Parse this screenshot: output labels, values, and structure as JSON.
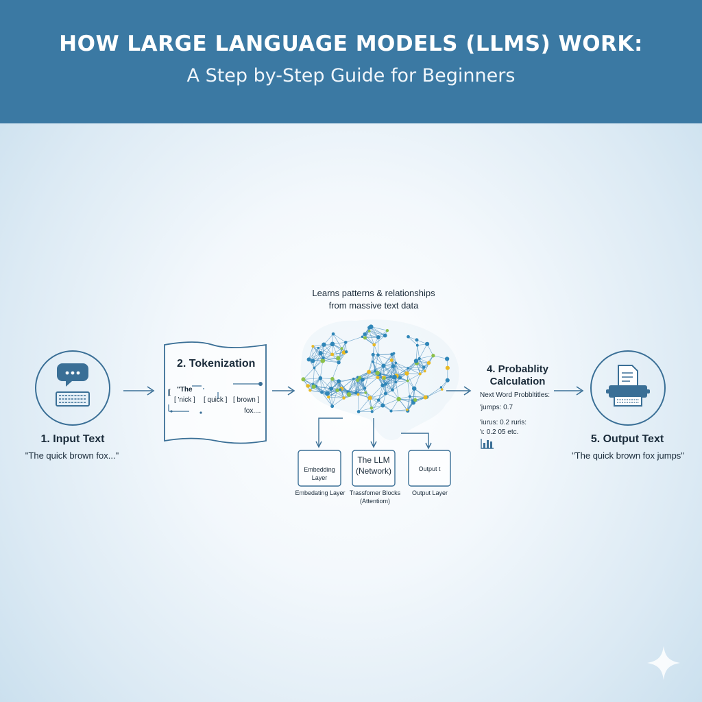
{
  "header": {
    "title": "HOW LARGE LANGUAGE MODELS (LLMS) WORK:",
    "subtitle": "A Step by-Step Guide for Beginners"
  },
  "steps": {
    "input": {
      "title": "1. Input Text",
      "example": "\"The quick brown fox...\""
    },
    "tokenization": {
      "title": "2. Tokenization",
      "tokens": [
        "\"The",
        "[",
        "[ 'nick ]",
        "[ quick ]",
        "[ brown ]",
        "fox...."
      ]
    },
    "network": {
      "caption_line1": "Learns patterns & relationships",
      "caption_line2": "from massive text data",
      "boxes": [
        {
          "text_line1": "Embedding",
          "text_line2": "Layer",
          "caption_line1": "Embedating Layer",
          "caption_line2": ""
        },
        {
          "text_line1": "The LLM",
          "text_line2": "(Network)",
          "caption_line1": "Trassfomer Blocks",
          "caption_line2": "(Attentiom)"
        },
        {
          "text_line1": "Output t",
          "text_line2": "",
          "caption_line1": "Output Layer",
          "caption_line2": ""
        }
      ]
    },
    "probability": {
      "title_line1": "4. Probablity",
      "title_line2": "Calculation",
      "lines": [
        "Next Word Probbltitles:",
        "'jumps: 0.7",
        "'iurus: 0.2 ruris:",
        "'ι:  0.2 05  etc."
      ]
    },
    "output": {
      "title": "5. Output Text",
      "example": "\"The quick brown fox jumps\""
    }
  },
  "icons": {
    "input": "chat-keyboard-icon",
    "output": "printer-document-icon",
    "network": "neural-brain-icon",
    "probability": "bar-chart-icon",
    "corner": "sparkle-icon"
  },
  "colors": {
    "header": "#3b79a3",
    "accent": "#3a6f96",
    "node_blue": "#2f86b8",
    "node_green": "#8cc04a",
    "node_yellow": "#e8b923"
  }
}
